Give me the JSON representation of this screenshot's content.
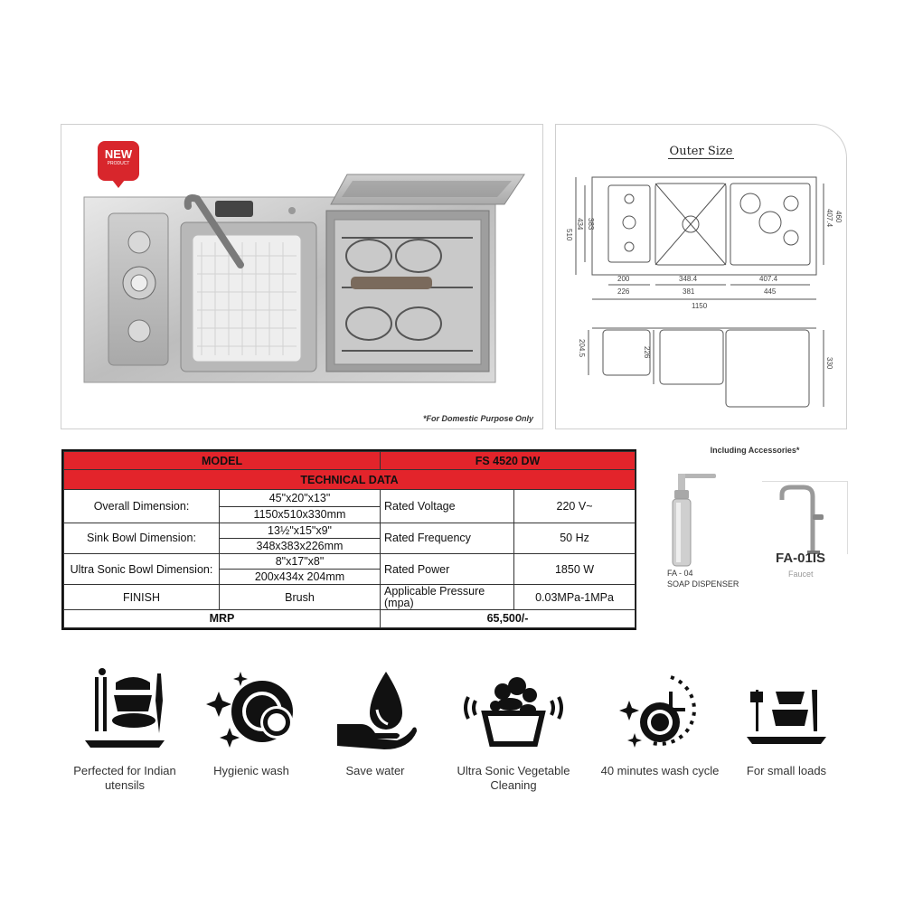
{
  "product": {
    "badge_main": "NEW",
    "badge_sub": "PRODUCT",
    "footnote": "*For Domestic Purpose Only"
  },
  "outer": {
    "title": "Outer Size",
    "dims_top": [
      "200",
      "226",
      "348.4",
      "381",
      "407.4",
      "445",
      "1150"
    ],
    "dims_side": [
      "510",
      "434",
      "383",
      "407.4",
      "460"
    ],
    "dims_front": [
      "204.5",
      "226",
      "330"
    ]
  },
  "table": {
    "model_label": "MODEL",
    "model_value": "FS 4520 DW",
    "tech_header": "TECHNICAL  DATA",
    "rows": [
      {
        "label": "Overall Dimension:",
        "v1": "45\"x20\"x13\"",
        "v2": "1150x510x330mm"
      },
      {
        "label": "Sink Bowl Dimension:",
        "v1": "13½\"x15\"x9\"",
        "v2": "348x383x226mm"
      },
      {
        "label": "Ultra Sonic Bowl Dimension:",
        "v1": "8\"x17\"x8\"",
        "v2": "200x434x 204mm"
      }
    ],
    "finish_label": "FINISH",
    "finish_value": "Brush",
    "right_rows": [
      {
        "label": "Rated Voltage",
        "value": "220 V~"
      },
      {
        "label": "Rated Frequency",
        "value": "50 Hz"
      },
      {
        "label": "Rated Power",
        "value": "1850 W"
      },
      {
        "label": "Applicable Pressure (mpa)",
        "value": "0.03MPa-1MPa"
      }
    ],
    "mrp_label": "MRP",
    "mrp_value": "65,500/-"
  },
  "accessories": {
    "title": "Including Accessories*",
    "soap_code": "FA - 04",
    "soap_name": "SOAP DISPENSER",
    "faucet_code": "FA-01IS",
    "faucet_name": "Faucet"
  },
  "features": [
    {
      "label": "Perfected for Indian utensils",
      "icon": "utensils-icon"
    },
    {
      "label": "Hygienic wash",
      "icon": "sparkling-plates-icon"
    },
    {
      "label": "Save water",
      "icon": "water-drop-hand-icon"
    },
    {
      "label": "Ultra Sonic Vegetable Cleaning",
      "icon": "vegetable-bowl-icon"
    },
    {
      "label": "40 minutes wash cycle",
      "icon": "clock-plates-icon"
    },
    {
      "label": "For small loads",
      "icon": "small-dishes-icon"
    }
  ],
  "colors": {
    "accent_red": "#e3242b",
    "dark": "#111111"
  }
}
